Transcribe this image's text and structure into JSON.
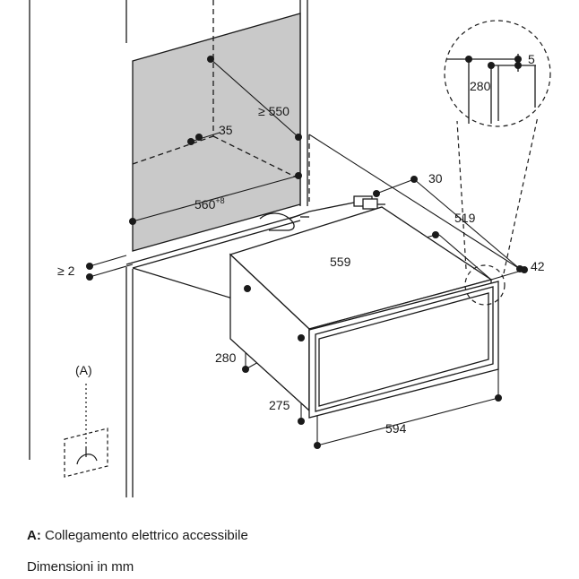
{
  "dimensions": {
    "niche_depth": "≥ 550",
    "offset_top": "35",
    "niche_width": "560",
    "niche_width_tolerance": "+8",
    "gap_bottom": "≥ 2",
    "cable_offset": "30",
    "device_depth": "519",
    "device_width": "559",
    "front_offset": "42",
    "device_height": "280",
    "front_height": "275",
    "front_width": "594",
    "detail_gap": "5",
    "detail_height": "280"
  },
  "labels": {
    "connection_marker": "(A)"
  },
  "captions": {
    "legend_key": "A:",
    "legend_text": "Collegamento elettrico accessibile",
    "units_note": "Dimensioni in mm"
  },
  "colors": {
    "line": "#1a1a1a",
    "niche_fill": "#c9c9c9"
  }
}
